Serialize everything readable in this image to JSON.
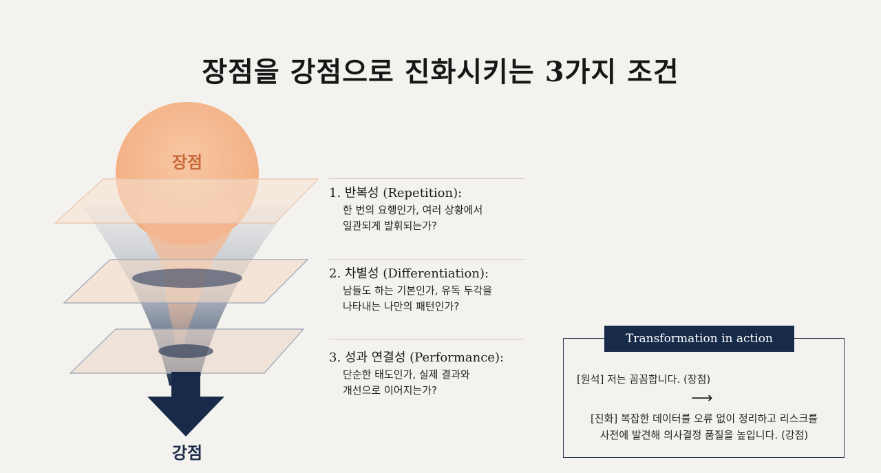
{
  "title": "장점을 강점으로 진화시키는 3가지 조건",
  "diagram": {
    "top_label": "장점",
    "bottom_label": "강점"
  },
  "conditions": [
    {
      "heading": "1. 반복성 (Repetition):",
      "line1": "한 번의 요행인가, 여러 상황에서",
      "line2": "일관되게 발휘되는가?"
    },
    {
      "heading": "2. 차별성 (Differentiation):",
      "line1": "남들도 하는 기본인가, 유독 두각을",
      "line2": "나타내는 나만의 패턴인가?"
    },
    {
      "heading": "3. 성과 연결성 (Performance):",
      "line1": "단순한 태도인가, 실제 결과와",
      "line2": "개선으로 이어지는가?"
    }
  ],
  "transformation": {
    "label": "Transformation in action",
    "original": "[원석] 저는 꼼꼼합니다. (장점)",
    "arrow": "⟶",
    "evolved_line1": "[진화] 복잡한 데이터를 오류 없이 정리하고 리스크를",
    "evolved_line2": "사전에 발견해 의사결정 품질을 높입니다. (강점)"
  },
  "colors": {
    "background": "#f4f2ee",
    "orange": "#f3b48a",
    "navy": "#172a4a",
    "label_orange": "#c9693a",
    "label_navy": "#1c2c4a"
  }
}
